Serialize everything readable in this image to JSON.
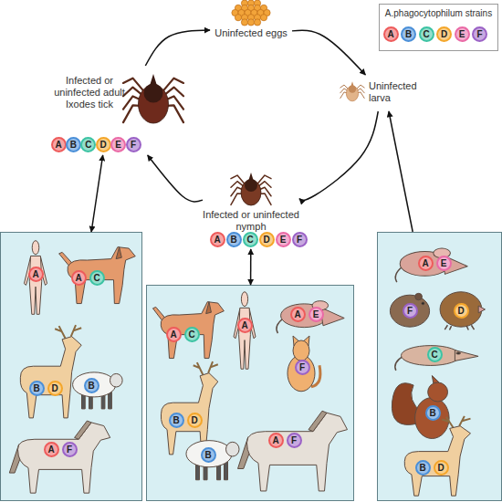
{
  "diagram": {
    "nodes": [
      {
        "text": [
          "Uninfected eggs"
        ]
      },
      {
        "text": [
          "Infected or uninfected adult Ixodes tick"
        ]
      },
      {
        "text": [
          "Uninfected larva"
        ]
      },
      {
        "text": [
          "Infected or uninfected nymph"
        ]
      },
      {
        "text": []
      },
      {
        "text": [
          "A"
        ],
        "in": 4
      },
      {
        "text": [
          "A",
          "C"
        ],
        "in": 4
      },
      {
        "text": [
          "B",
          "D"
        ],
        "in": 4
      },
      {
        "text": [
          "B"
        ],
        "in": 4
      },
      {
        "text": [
          "A",
          "F"
        ],
        "in": 4
      },
      {
        "text": []
      },
      {
        "text": [
          "A",
          "C"
        ],
        "in": 10
      },
      {
        "text": [
          "A"
        ],
        "in": 10
      },
      {
        "text": [
          "A",
          "E"
        ],
        "in": 10
      },
      {
        "text": [
          "F"
        ],
        "in": 10
      },
      {
        "text": [
          "B",
          "D"
        ],
        "in": 10
      },
      {
        "text": [
          "B"
        ],
        "in": 10
      },
      {
        "text": [
          "A",
          "F"
        ],
        "in": 10
      },
      {
        "text": []
      },
      {
        "text": [
          "A",
          "E"
        ],
        "in": 18
      },
      {
        "text": [
          "F"
        ],
        "in": 18
      },
      {
        "text": [
          "D"
        ],
        "in": 18
      },
      {
        "text": [
          "C"
        ],
        "in": 18
      },
      {
        "text": [
          "B"
        ],
        "in": 18
      },
      {
        "text": [
          "B",
          "D"
        ],
        "in": 18
      }
    ],
    "edges": [
      {
        "from": 0,
        "to": 2,
        "arrow": "to"
      },
      {
        "from": 2,
        "to": 3,
        "arrow": "to"
      },
      {
        "from": 3,
        "to": 1,
        "arrow": "to"
      },
      {
        "from": 1,
        "to": 0,
        "arrow": "to"
      },
      {
        "from": 1,
        "to": 4,
        "arrow": "both"
      },
      {
        "from": 3,
        "to": 10,
        "arrow": "both"
      },
      {
        "from": 18,
        "to": 2,
        "arrow": "to"
      }
    ],
    "labels": [
      "A.phagocytophilum strains",
      "A",
      "B",
      "C",
      "D",
      "E",
      "F",
      "A",
      "B",
      "C",
      "D",
      "E",
      "F"
    ],
    "legend": [
      {
        "text": "A",
        "color": "#ee5b5b"
      },
      {
        "text": "B",
        "color": "#4a8fd8"
      },
      {
        "text": "C",
        "color": "#3cc3a3"
      },
      {
        "text": "D",
        "color": "#f4a62a"
      },
      {
        "text": "E",
        "color": "#ea6aa6"
      },
      {
        "text": "F",
        "color": "#9b62c6"
      }
    ]
  }
}
